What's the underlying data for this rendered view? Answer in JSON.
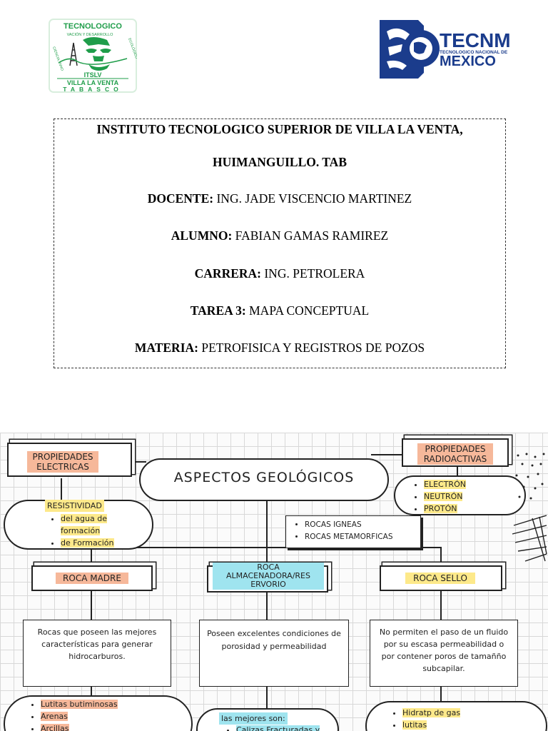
{
  "logos": {
    "itslv": {
      "top_text": "TECNOLOGICO",
      "side_left": "CIENCIA, INNO",
      "side_top": "VACIÓN Y DESARROLLO",
      "side_right": "ECOLÓGICO",
      "abbr": "ITSLV",
      "city": "VILLA LA VENTA",
      "state": "TABASCO",
      "color": "#1f9d4a"
    },
    "tecnm": {
      "name": "TECNM",
      "subtitle": "TECNOLOGICO NACIONAL DE",
      "country": "MEXICO",
      "color": "#1b3c8c"
    }
  },
  "info": {
    "institution_line1": "INSTITUTO TECNOLOGICO SUPERIOR DE VILLA LA VENTA,",
    "institution_line2": "HUIMANGUILLO. TAB",
    "docente_label": "DOCENTE:",
    "docente_value": "ING. JADE VISCENCIO MARTINEZ",
    "alumno_label": "ALUMNO:",
    "alumno_value": "FABIAN GAMAS RAMIREZ",
    "carrera_label": "CARRERA:",
    "carrera_value": "ING. PETROLERA",
    "tarea_label": "TAREA 3:",
    "tarea_value": "MAPA CONCEPTUAL",
    "materia_label": "MATERIA:",
    "materia_value": "PETROFISICA Y REGISTROS DE POZOS"
  },
  "map": {
    "title": "ASPECTOS GEOLÓGICOS",
    "electricas_line1": "PROPIEDADES",
    "electricas_line2": "ELECTRICAS",
    "resistividad": "RESISTIVIDAD",
    "res_items": [
      "del agua de formación",
      "de Formación"
    ],
    "radio_line1": "PROPIEDADES",
    "radio_line2": "RADIOACTIVAS",
    "radio_items": [
      "ELECTRÓN",
      "NEUTRÓN",
      "PROTÓN"
    ],
    "rocas_items": [
      "ROCAS IGNEAS",
      "ROCAS METAMORFICAS"
    ],
    "madre": "ROCA MADRE",
    "almac_line1": "ROCA",
    "almac_line2": "ALMACENADORA/RES",
    "almac_line3": "ERVORIO",
    "sello": "ROCA SELLO",
    "madre_desc": "Rocas que poseen las mejores características para generar hidrocarburos.",
    "almac_desc": "Poseen excelentes condiciones de porosidad y permeabilidad",
    "sello_desc": "No permiten el paso de un fluido por su escasa permeabilidad o por contener poros de tamañño subcapilar.",
    "madre_items": [
      "Lutitas butiminosas",
      "Arenas",
      "Arcillas"
    ],
    "almac_intro": "las mejores son:",
    "almac_items": [
      "Calizas Fracturadas y"
    ],
    "sello_items": [
      "Hidratp de gas",
      "lutitas"
    ]
  }
}
